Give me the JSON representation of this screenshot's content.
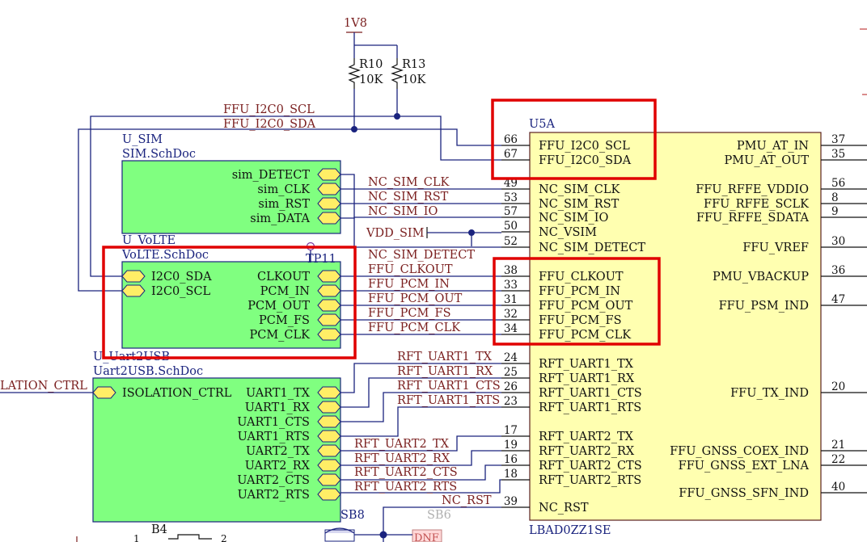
{
  "power": {
    "rail": "1V8"
  },
  "resistors": [
    {
      "ref": "R10",
      "value": "10K"
    },
    {
      "ref": "R13",
      "value": "10K"
    }
  ],
  "nets": {
    "i2c_scl": "FFU_I2C0_SCL",
    "i2c_sda": "FFU_I2C0_SDA",
    "sim_clk": "NC_SIM_CLK",
    "sim_rst": "NC_SIM_RST",
    "sim_io": "NC_SIM_IO",
    "vdd_sim": "VDD_SIM",
    "sim_detect": "NC_SIM_DETECT",
    "clkout": "FFU_CLKOUT",
    "pcm_in": "FFU_PCM_IN",
    "pcm_out": "FFU_PCM_OUT",
    "pcm_fs": "FFU_PCM_FS",
    "pcm_clk": "FFU_PCM_CLK",
    "u1tx": "RFT_UART1_TX",
    "u1rx": "RFT_UART1_RX",
    "u1cts": "RFT_UART1_CTS",
    "u1rts": "RFT_UART1_RTS",
    "u2tx": "RFT_UART2_TX",
    "u2rx": "RFT_UART2_RX",
    "u2cts": "RFT_UART2_CTS",
    "u2rts": "RFT_UART2_RTS",
    "nc_rst": "NC_RST",
    "isolation": "LATION_CTRL"
  },
  "sheets": {
    "sim": {
      "designator": "U_SIM",
      "file": "SIM.SchDoc",
      "ports": [
        "sim_DETECT",
        "sim_CLK",
        "sim_RST",
        "sim_DATA"
      ]
    },
    "volte": {
      "designator": "U_VoLTE",
      "file": "VoLTE.SchDoc",
      "left_ports": [
        "I2C0_SDA",
        "I2C0_SCL"
      ],
      "right_ports": [
        "CLKOUT",
        "PCM_IN",
        "PCM_OUT",
        "PCM_FS",
        "PCM_CLK"
      ]
    },
    "uart": {
      "designator": "U_Uart2USB",
      "file": "Uart2USB.SchDoc",
      "left_port": "ISOLATION_CTRL",
      "right_ports": [
        "UART1_TX",
        "UART1_RX",
        "UART1_CTS",
        "UART1_RTS",
        "UART2_TX",
        "UART2_RX",
        "UART2_CTS",
        "UART2_RTS"
      ]
    }
  },
  "test_point": "TP11",
  "chip": {
    "ref": "U5A",
    "part": "LBAD0ZZ1SE",
    "left_pins": [
      {
        "num": "66",
        "name": "FFU_I2C0_SCL"
      },
      {
        "num": "67",
        "name": "FFU_I2C0_SDA"
      },
      {
        "num": "49",
        "name": "NC_SIM_CLK"
      },
      {
        "num": "53",
        "name": "NC_SIM_RST"
      },
      {
        "num": "57",
        "name": "NC_SIM_IO"
      },
      {
        "num": "50",
        "name": "NC_VSIM"
      },
      {
        "num": "52",
        "name": "NC_SIM_DETECT"
      },
      {
        "num": "38",
        "name": "FFU_CLKOUT"
      },
      {
        "num": "33",
        "name": "FFU_PCM_IN"
      },
      {
        "num": "31",
        "name": "FFU_PCM_OUT"
      },
      {
        "num": "32",
        "name": "FFU_PCM_FS"
      },
      {
        "num": "34",
        "name": "FFU_PCM_CLK"
      },
      {
        "num": "24",
        "name": "RFT_UART1_TX"
      },
      {
        "num": "25",
        "name": "RFT_UART1_RX"
      },
      {
        "num": "26",
        "name": "RFT_UART1_CTS"
      },
      {
        "num": "23",
        "name": "RFT_UART1_RTS"
      },
      {
        "num": "17",
        "name": "RFT_UART2_TX"
      },
      {
        "num": "19",
        "name": "RFT_UART2_RX"
      },
      {
        "num": "16",
        "name": "RFT_UART2_CTS"
      },
      {
        "num": "18",
        "name": "RFT_UART2_RTS"
      },
      {
        "num": "39",
        "name": "NC_RST"
      }
    ],
    "right_pins": [
      {
        "num": "37",
        "name": "PMU_AT_IN"
      },
      {
        "num": "35",
        "name": "PMU_AT_OUT"
      },
      {
        "num": "56",
        "name": "FFU_RFFE_VDDIO"
      },
      {
        "num": "8",
        "name": "FFU_RFFE_SCLK"
      },
      {
        "num": "9",
        "name": "FFU_RFFE_SDATA"
      },
      {
        "num": "30",
        "name": "FFU_VREF"
      },
      {
        "num": "36",
        "name": "PMU_VBACKUP"
      },
      {
        "num": "47",
        "name": "FFU_PSM_IND"
      },
      {
        "num": "20",
        "name": "FFU_TX_IND"
      },
      {
        "num": "21",
        "name": "FFU_GNSS_COEX_IND"
      },
      {
        "num": "22",
        "name": "FFU_GNSS_EXT_LNA"
      },
      {
        "num": "40",
        "name": "FFU_GNSS_SFN_IND"
      }
    ]
  },
  "bottom": {
    "b4": "B4",
    "sb8": "SB8",
    "sb6": "SB6",
    "dnf": "DNF",
    "pin1": "1",
    "pin2": "2"
  },
  "colors": {
    "wire": "#1a237e",
    "net_label": "#7a1f1f",
    "sheet_fill": "#80ff80",
    "chip_fill": "#ffffb0",
    "port_fill": "#ffee66",
    "highlight": "#e00000"
  }
}
